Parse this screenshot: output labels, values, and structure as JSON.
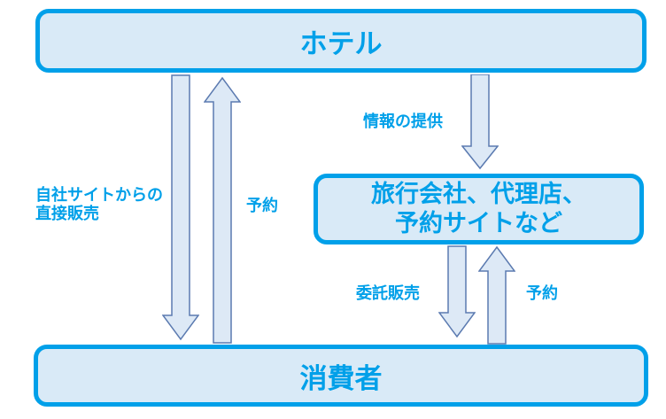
{
  "diagram": {
    "title": "hotel-distribution-channels-diagram",
    "nodes": {
      "hotel": {
        "label": "ホテル"
      },
      "agency": {
        "label": "旅行会社、代理店、\n予約サイトなど"
      },
      "consumer": {
        "label": "消費者"
      }
    },
    "edges": {
      "direct_sales": {
        "label": "自社サイトからの\n直接販売",
        "from": "hotel",
        "to": "consumer",
        "direction": "down"
      },
      "reservation_left": {
        "label": "予約",
        "from": "consumer",
        "to": "hotel",
        "direction": "up"
      },
      "info_provision": {
        "label": "情報の提供",
        "from": "hotel",
        "to": "agency",
        "direction": "down"
      },
      "consignment_sales": {
        "label": "委託販売",
        "from": "agency",
        "to": "consumer",
        "direction": "down"
      },
      "reservation_right": {
        "label": "予約",
        "from": "consumer",
        "to": "agency",
        "direction": "up"
      }
    },
    "colors": {
      "accent_blue": "#00a0e9",
      "box_fill": "#d9eaf7",
      "arrow_fill": "#dde9f6",
      "arrow_stroke": "#5b7ab0",
      "background": "#ffffff"
    }
  }
}
